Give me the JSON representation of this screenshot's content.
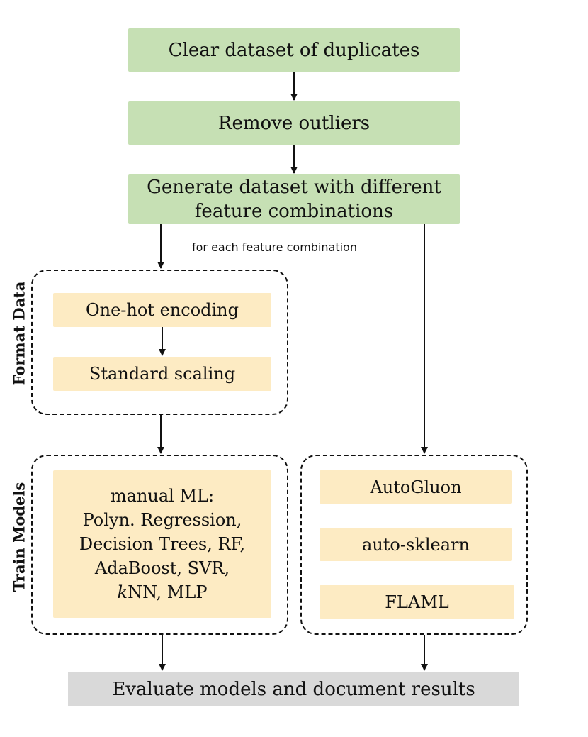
{
  "steps": {
    "clear_duplicates": "Clear dataset of duplicates",
    "remove_outliers": "Remove outliers",
    "generate_dataset": "Generate dataset with different\nfeature combinations",
    "loop_note": "for each feature combination",
    "evaluate": "Evaluate models and document results"
  },
  "format_data": {
    "label": "Format Data",
    "one_hot": "One-hot encoding",
    "scaling": "Standard scaling"
  },
  "train_models": {
    "label": "Train Models",
    "manual_ml": {
      "line1": "manual ML:",
      "line2": "Polyn. Regression,",
      "line3": "Decision Trees, RF,",
      "line4": "AdaBoost, SVR,",
      "knn_prefix": "k",
      "knn_rest": "NN, MLP"
    },
    "automl": [
      "AutoGluon",
      "auto-sklearn",
      "FLAML"
    ]
  },
  "colors": {
    "preprocess": "#c6e0b4",
    "models": "#fdebc3",
    "evaluate": "#d9d9d9"
  }
}
